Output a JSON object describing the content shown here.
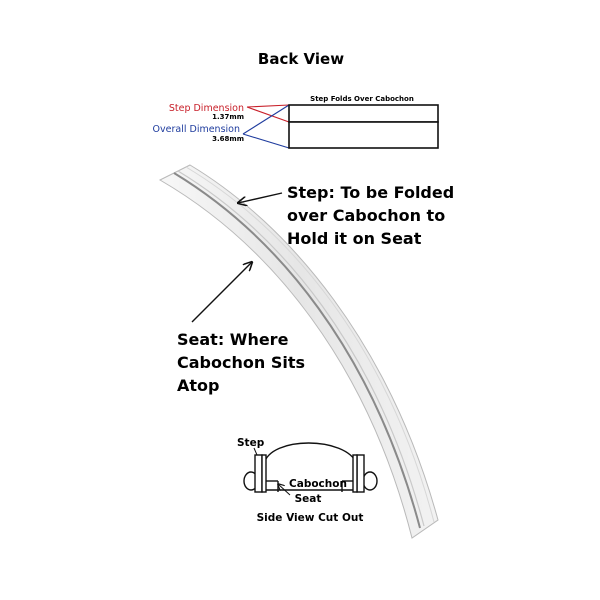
{
  "title": "Back View",
  "back_view": {
    "step_fold_label": "Step Folds Over Cabochon",
    "step_dimension_label": "Step Dimension",
    "step_dimension_value": "1.37mm",
    "overall_dimension_label": "Overall Dimension",
    "overall_dimension_value": "3.68mm"
  },
  "callouts": {
    "step": [
      "Step: To be Folded",
      "over Cabochon to",
      "Hold it on Seat"
    ],
    "seat": [
      "Seat: Where",
      "Cabochon Sits",
      "Atop"
    ]
  },
  "side_view": {
    "step_label": "Step",
    "cabochon_label": "Cabochon",
    "seat_label": "Seat",
    "caption": "Side View Cut Out"
  },
  "colors": {
    "step_dimension": "#c8202a",
    "overall_dimension": "#1f3c9e",
    "wire_fill": "#ececec",
    "wire_groove": "#8a8a8a"
  }
}
